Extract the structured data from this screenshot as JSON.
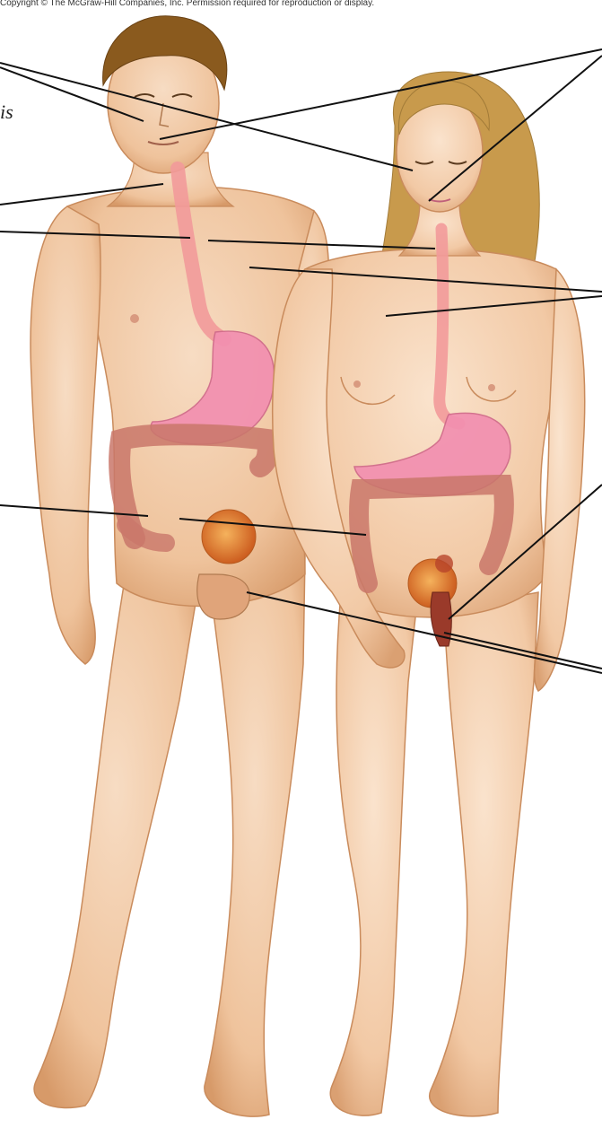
{
  "header": {
    "copyright_text": "Copyright © The McGraw-Hill Companies, Inc. Permission required for reproduction or display."
  },
  "labels": {
    "left_fragment": "is"
  },
  "figures": [
    {
      "name": "male"
    },
    {
      "name": "female"
    }
  ],
  "colors": {
    "skin": "#f1c7a3",
    "skin_shadow": "#d99a6c",
    "hair_male": "#8a5a1e",
    "hair_female": "#c89a4c",
    "esophagus": "#f29a9a",
    "stomach": "#f28fb0",
    "colon": "#c9776a",
    "gonad": "#d9741e",
    "leader_line": "#111111"
  }
}
